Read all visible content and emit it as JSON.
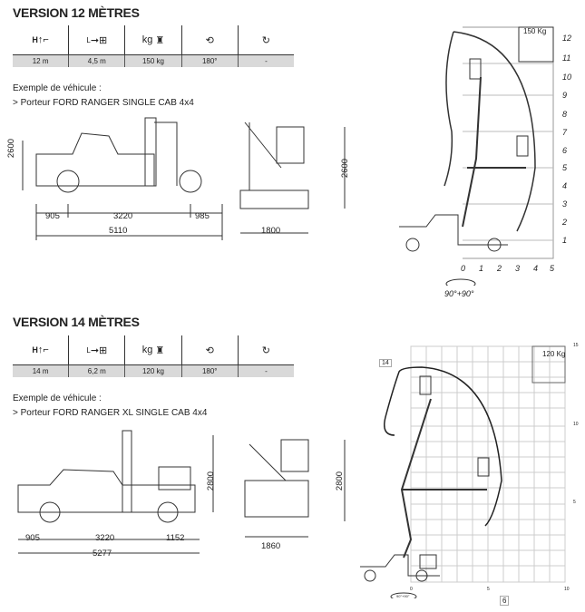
{
  "v12": {
    "title": "VERSION 12 MÈTRES",
    "icons": [
      "height-icon",
      "outreach-icon",
      "load-icon",
      "basket-rotation-icon",
      "turret-rotation-icon"
    ],
    "kg": "kg",
    "H": "H",
    "L": "L",
    "values": [
      "12 m",
      "4,5 m",
      "150 kg",
      "180°",
      "-"
    ],
    "example_label": "Exemple de véhicule :",
    "vehicle": "> Porteur FORD RANGER SINGLE CAB 4x4",
    "dims": {
      "height": "2600",
      "front": "905",
      "wheelbase": "3220",
      "rear": "985",
      "length": "5110",
      "rear_height": "2600",
      "width": "1800"
    },
    "diagram": {
      "load": "150 Kg",
      "y_ticks": [
        "12",
        "11",
        "10",
        "9",
        "8",
        "7",
        "6",
        "5",
        "4",
        "3",
        "2",
        "1"
      ],
      "x_ticks": [
        "0",
        "1",
        "2",
        "3",
        "4",
        "5"
      ],
      "rotation": "90°+90°"
    }
  },
  "v14": {
    "title": "VERSION 14 MÈTRES",
    "kg": "kg",
    "H": "H",
    "L": "L",
    "values": [
      "14 m",
      "6,2 m",
      "120 kg",
      "180°",
      "-"
    ],
    "example_label": "Exemple de véhicule :",
    "vehicle": "> Porteur FORD RANGER XL SINGLE CAB 4x4",
    "dims": {
      "height": "2800",
      "front": "905",
      "wheelbase": "3220",
      "rear": "1152",
      "length": "5277",
      "rear_height": "2800",
      "width": "1860"
    },
    "diagram": {
      "load": "120 Kg",
      "height_label": "14",
      "reach_label": "6",
      "y_ticks": [
        "15",
        "10",
        "5"
      ],
      "x_ticks": [
        "0",
        "5",
        "10"
      ],
      "rotation": "90°+90°"
    }
  }
}
